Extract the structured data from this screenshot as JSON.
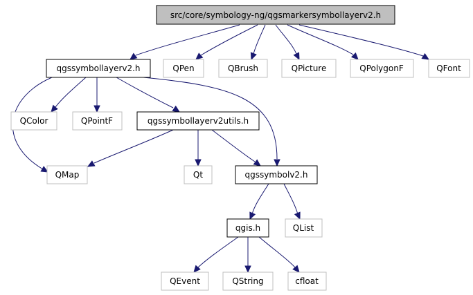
{
  "colors": {
    "root_fill": "#bfbfbf",
    "root_stroke": "#000000",
    "documented_stroke": "#000000",
    "external_stroke": "#bfbfbf",
    "node_fill": "#ffffff",
    "edge": "#191970",
    "text": "#000000"
  },
  "nodes": {
    "root": "src/core/symbology-ng/qgsmarkersymbollayerv2.h",
    "qgssymbollayerv2": "qgssymbollayerv2.h",
    "qpen": "QPen",
    "qbrush": "QBrush",
    "qpicture": "QPicture",
    "qpolygonf": "QPolygonF",
    "qfont": "QFont",
    "qcolor": "QColor",
    "qpointf": "QPointF",
    "qgssymbollayerv2utils": "qgssymbollayerv2utils.h",
    "qmap": "QMap",
    "qt": "Qt",
    "qgssymbolv2": "qgssymbolv2.h",
    "qgis": "qgis.h",
    "qlist": "QList",
    "qevent": "QEvent",
    "qstring": "QString",
    "cfloat": "cfloat"
  },
  "edges": [
    [
      "root",
      "qgssymbollayerv2"
    ],
    [
      "root",
      "qpen"
    ],
    [
      "root",
      "qbrush"
    ],
    [
      "root",
      "qpicture"
    ],
    [
      "root",
      "qpolygonf"
    ],
    [
      "root",
      "qfont"
    ],
    [
      "qgssymbollayerv2",
      "qcolor"
    ],
    [
      "qgssymbollayerv2",
      "qpointf"
    ],
    [
      "qgssymbollayerv2",
      "qgssymbollayerv2utils"
    ],
    [
      "qgssymbollayerv2",
      "qmap"
    ],
    [
      "qgssymbollayerv2",
      "qgssymbolv2"
    ],
    [
      "qgssymbollayerv2utils",
      "qmap"
    ],
    [
      "qgssymbollayerv2utils",
      "qt"
    ],
    [
      "qgssymbollayerv2utils",
      "qgssymbolv2"
    ],
    [
      "qgssymbolv2",
      "qgis"
    ],
    [
      "qgssymbolv2",
      "qlist"
    ],
    [
      "qgis",
      "qevent"
    ],
    [
      "qgis",
      "qstring"
    ],
    [
      "qgis",
      "cfloat"
    ]
  ]
}
